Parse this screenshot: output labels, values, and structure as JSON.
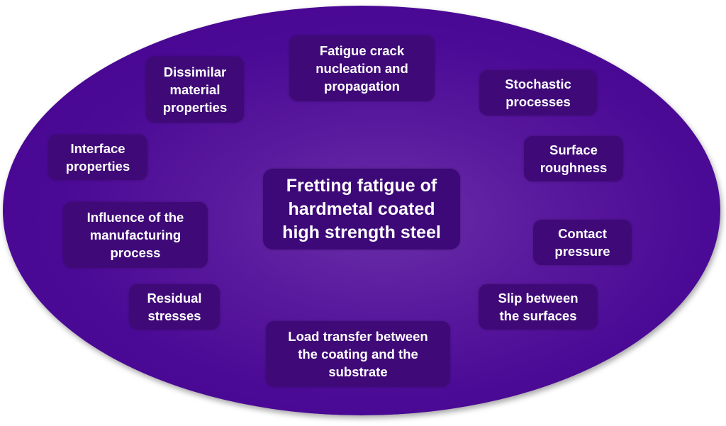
{
  "center": "Fretting fatigue of\nhardmetal coated\nhigh strength steel",
  "factors": {
    "fatigue_crack": "Fatigue crack\nnucleation and\npropagation",
    "dissimilar": "Dissimilar\nmaterial\nproperties",
    "stochastic": "Stochastic\nprocesses",
    "interface": "Interface\nproperties",
    "surface_roughness": "Surface\nroughness",
    "manufacturing": "Influence of the\nmanufacturing\nprocess",
    "contact_pressure": "Contact\npressure",
    "residual": "Residual\nstresses",
    "slip": "Slip between\nthe surfaces",
    "load_transfer": "Load transfer between\nthe coating and the\nsubstrate"
  },
  "colors": {
    "ellipse": "#4b0a95",
    "box": "#3f0a78",
    "text": "#ffffff"
  }
}
